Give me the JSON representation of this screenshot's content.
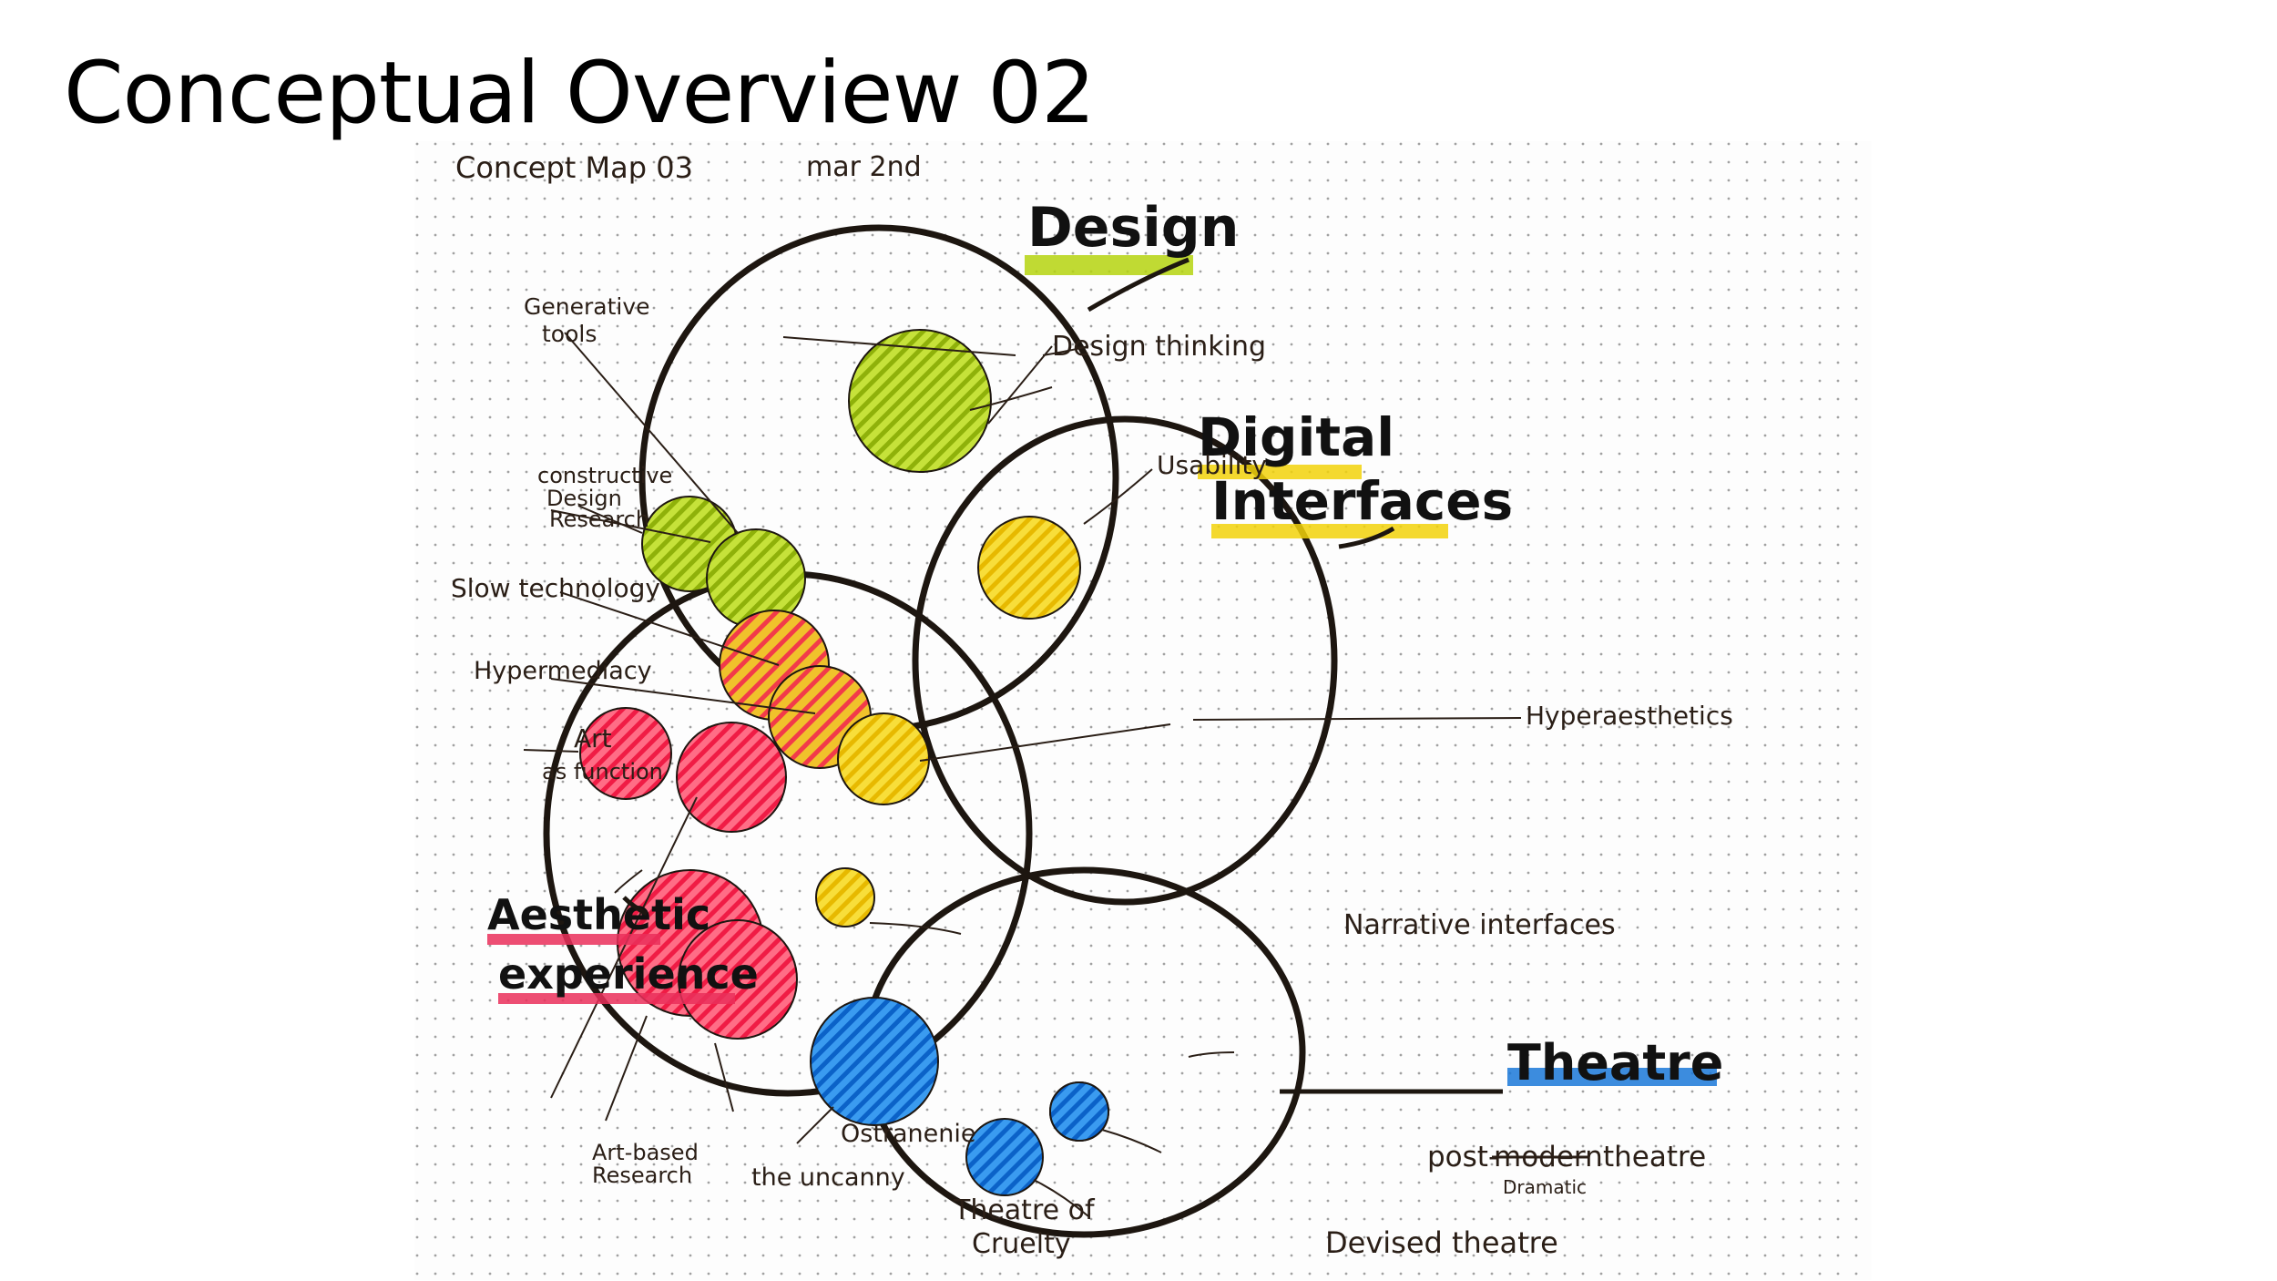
{
  "slide": {
    "title": "Conceptual Overview 02"
  },
  "sketch": {
    "note": "Concept Map 03",
    "date": "mar 2nd",
    "circles": [
      {
        "label": "Design",
        "highlight": "#b5d30f"
      },
      {
        "label_line1": "Digital",
        "label_line2": "Interfaces",
        "highlight": "#f2d20a"
      },
      {
        "label_line1": "Aesthetic",
        "label_line2": "experience",
        "highlight": "#ea2f5a"
      },
      {
        "label": "Theatre",
        "highlight": "#1a78d8"
      }
    ],
    "concepts": {
      "generative_tools": {
        "line1": "Generative",
        "line2": "tools"
      },
      "design_thinking": "Design thinking",
      "constructive_design_research": {
        "line1": "constructive",
        "line2": "Design",
        "line3": "Research"
      },
      "usability": "Usability",
      "slow_technology": "Slow technology",
      "hypermediacy": "Hypermediacy",
      "hyperaesthetics": "Hyperaesthetics",
      "art_as_function": {
        "line1": "Art",
        "line2": "as function"
      },
      "narrative_interfaces": "Narrative interfaces",
      "art_based_research": {
        "line1": "Art-based",
        "line2": "Research"
      },
      "the_uncanny": "the uncanny",
      "ostranenie": "Ostranenie",
      "theatre_of_cruelty": {
        "line1": "Theatre of",
        "line2": "Cruelty"
      },
      "devised_theatre": "Devised theatre",
      "postdramatic_theatre": {
        "prefix": "post-",
        "struck": "modern",
        "suffix": "theatre",
        "insert": "Dramatic"
      }
    }
  }
}
